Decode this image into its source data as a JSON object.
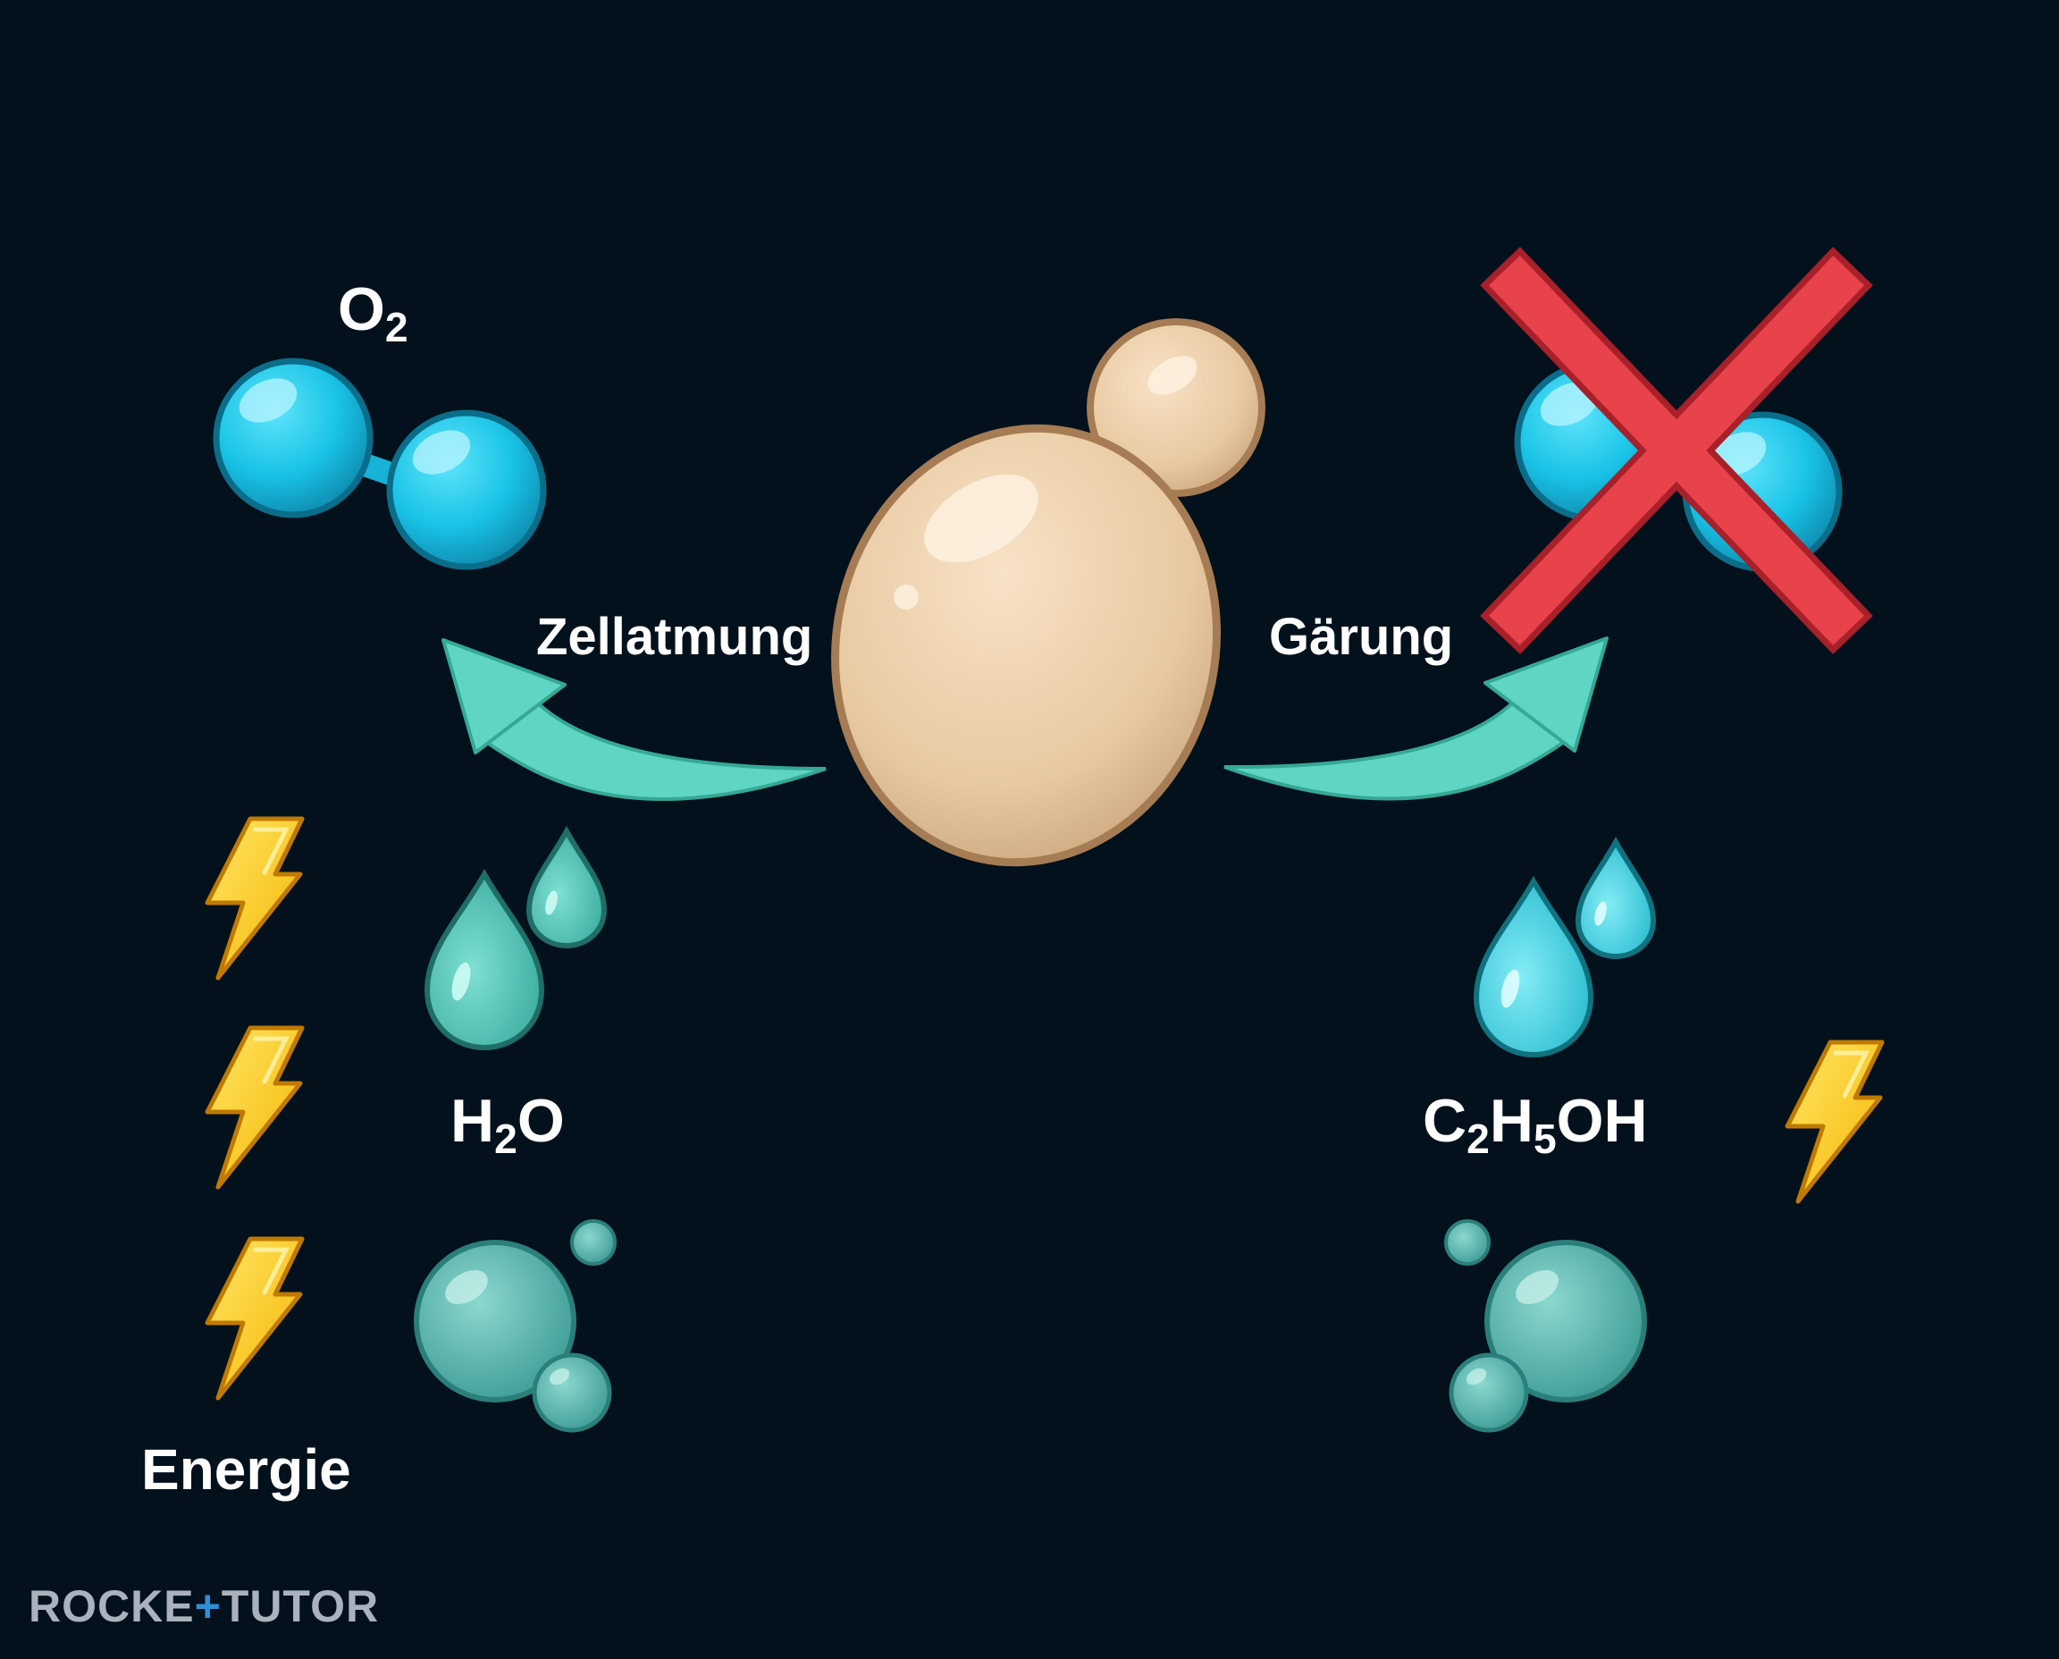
{
  "labels": {
    "oxygen": {
      "base": "O",
      "sub": "2"
    },
    "cell_respiration": "Zellatmung",
    "fermentation": "Gärung",
    "water": {
      "pre": "H",
      "sub": "2",
      "post": "O"
    },
    "ethanol": {
      "c": "C",
      "sub1": "2",
      "h": "H",
      "sub2": "5",
      "post": "OH"
    },
    "energy": "Energie"
  },
  "brand": {
    "part1": "ROCKE",
    "part2": "+",
    "part3": "TUTOR"
  },
  "colors": {
    "background": "#03111c",
    "molecule": "#19c3e6",
    "arrow": "#5fd6c4",
    "yeast": "#eccfaa",
    "droplet_left": "#4cc2b5",
    "droplet_right": "#3fd3e3",
    "bubble": "#6cc9c0",
    "lightning": "#ffd21a",
    "cross": "#e8434a"
  },
  "icons": [
    "oxygen-molecule-icon",
    "yeast-cell-icon",
    "curved-arrow-icon",
    "water-drop-icon",
    "bubble-icon",
    "lightning-icon",
    "cross-icon"
  ]
}
